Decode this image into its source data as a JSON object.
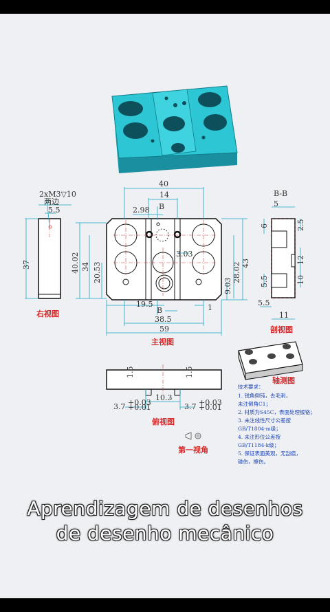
{
  "colors": {
    "accent": "#17a7c4",
    "label": "#d42a2a",
    "note": "#1d46b8",
    "part3d": "#2cc6d4"
  },
  "views": {
    "right": "右视图",
    "main": "主视图",
    "section": "剖视图",
    "axis": "轴测图",
    "top": "俯视图",
    "first_angle": "第一视角",
    "section_title": "B-B",
    "section_mark": "B"
  },
  "dims": {
    "thread_note_1": "2xM3▽10",
    "thread_note_2": "两边",
    "right_5_5": "5.5",
    "right_37": "37",
    "main_40": "40",
    "main_14": "14",
    "main_2_98": "2.98",
    "main_40_02": "40.02",
    "main_34": "34",
    "main_20_53": "20.53",
    "main_3_03": "3.03",
    "main_28_02": "28.02",
    "main_43": "43",
    "main_9_03": "9.03",
    "main_19_5": "19.5",
    "main_1": "1",
    "main_38_5": "38.5",
    "main_59": "59",
    "sec_5": "5",
    "sec_6": "6",
    "sec_2_5": "2.5",
    "sec_12": "12",
    "sec_5_5v": "5.5",
    "sec_10": "10",
    "sec_5_5h": "5.5",
    "sec_11": "11",
    "top_1_5a": "1.5",
    "top_1_5b": "1.5",
    "top_3_7a": "3.7",
    "top_3_7b": "3.7",
    "top_10_3": "10.3",
    "tol_plus": "+0.03",
    "tol_minus": "+0.01"
  },
  "tech_notes": {
    "title": "技术要求：",
    "lines": [
      "1. 锐角倒钝，去毛刺，",
      "未注倒角C1；",
      "2. 材质为S45C，表面处理镀铬；",
      "3. 未注线性尺寸公差按",
      "GB/T1804-m级；",
      "4. 未注形位公差按",
      "GB/T1184-k级；",
      "5. 保证表面美观，无刮痕，",
      "碰伤，擦伤。"
    ]
  },
  "caption": {
    "line1": "Aprendizagem de desenhos",
    "line2": "de desenho mecânico"
  }
}
